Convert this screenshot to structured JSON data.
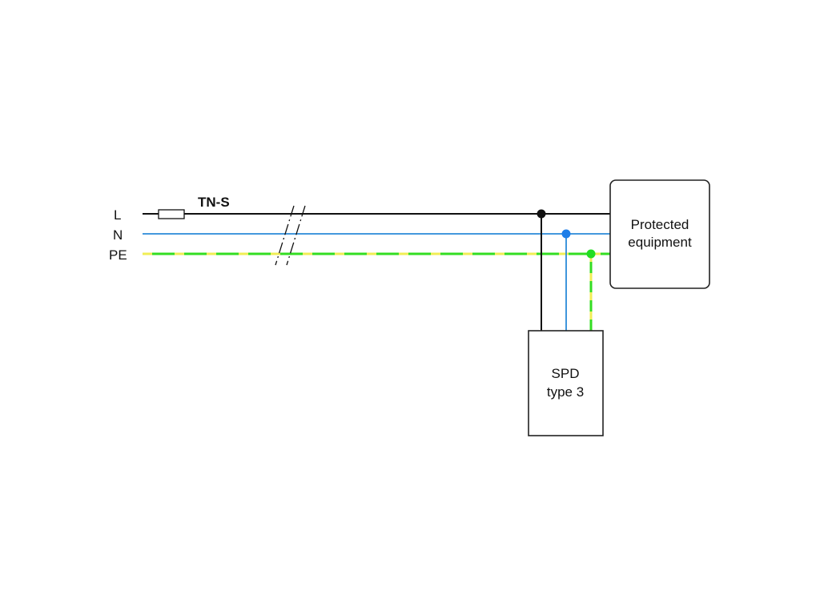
{
  "system_label": "TN-S",
  "conductors": {
    "L": "L",
    "N": "N",
    "PE": "PE"
  },
  "protected_equipment": {
    "line1": "Protected",
    "line2": "equipment"
  },
  "spd": {
    "line1": "SPD",
    "line2": "type 3"
  },
  "colors": {
    "line": "#111111",
    "neutral": "#2a8ad8",
    "pe_green": "#33dd22",
    "pe_yellow": "#f0ee55",
    "n_node": "#1e7ee8",
    "pe_node": "#22dd22"
  }
}
